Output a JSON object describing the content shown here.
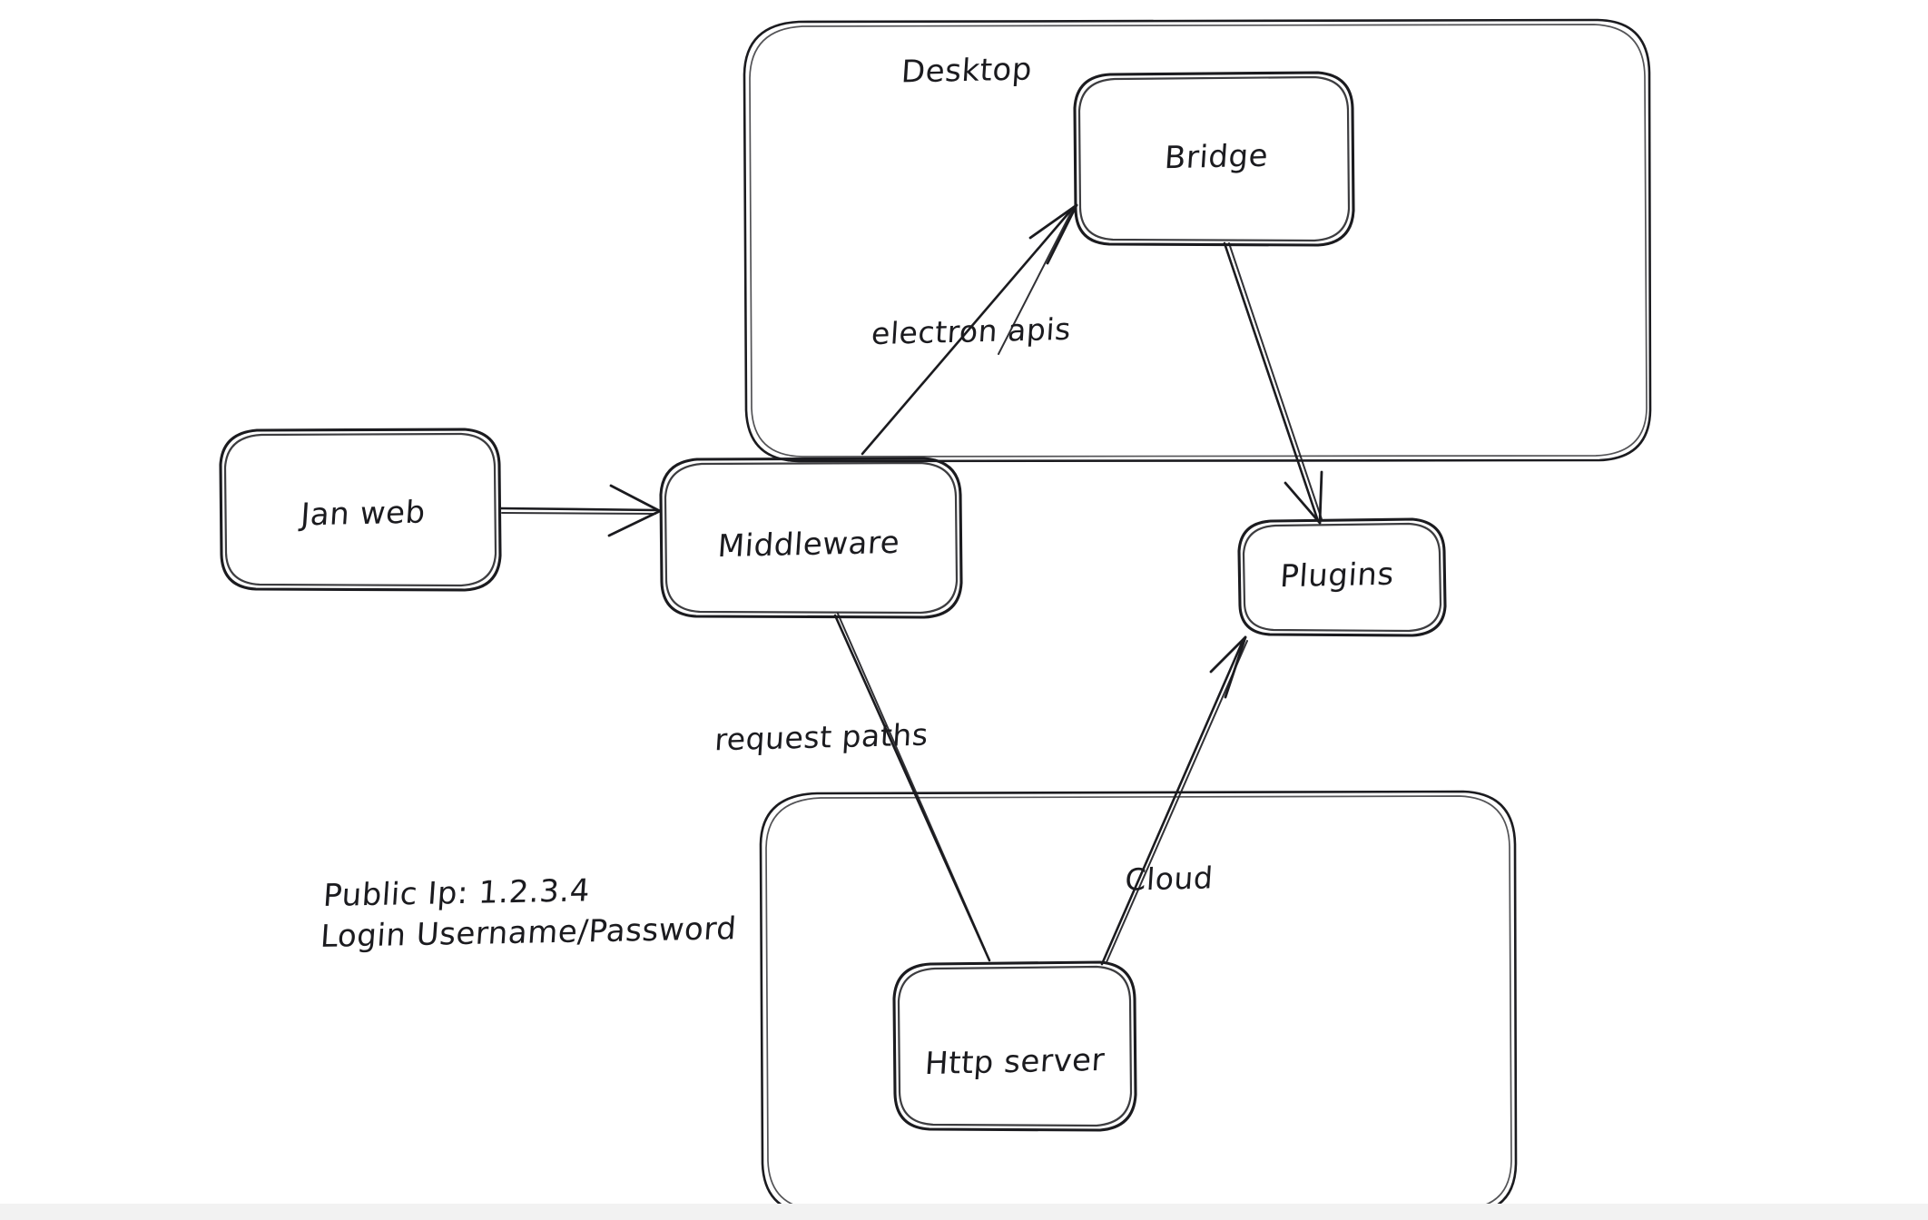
{
  "diagram": {
    "title": "Jan architecture sketch",
    "style": "hand-drawn whiteboard",
    "background_color": "#ffffff",
    "stroke_color": "#1b1b1f",
    "containers": [
      {
        "id": "desktop",
        "label": "Desktop"
      },
      {
        "id": "cloud",
        "label": ""
      }
    ],
    "nodes": [
      {
        "id": "jan-web",
        "label": "Jan web"
      },
      {
        "id": "middleware",
        "label": "Middleware"
      },
      {
        "id": "bridge",
        "label": "Bridge"
      },
      {
        "id": "plugins",
        "label": "Plugins"
      },
      {
        "id": "http-server",
        "label": "Http server"
      }
    ],
    "edges": [
      {
        "id": "jan-web-to-middleware",
        "from": "jan-web",
        "to": "middleware",
        "label": "",
        "arrow": true
      },
      {
        "id": "middleware-to-bridge",
        "from": "middleware",
        "to": "bridge",
        "label": "electron apis",
        "arrow": true
      },
      {
        "id": "bridge-to-plugins",
        "from": "bridge",
        "to": "plugins",
        "label": "",
        "arrow": true
      },
      {
        "id": "middleware-to-http-server",
        "from": "middleware",
        "to": "http-server",
        "label": "request paths",
        "arrow": false
      },
      {
        "id": "http-server-to-plugins",
        "from": "http-server",
        "to": "plugins",
        "label": "Cloud",
        "arrow": true
      }
    ],
    "notes": {
      "public_ip_line": "Public Ip: 1.2.3.4",
      "login_line": "Login Username/Password"
    }
  }
}
